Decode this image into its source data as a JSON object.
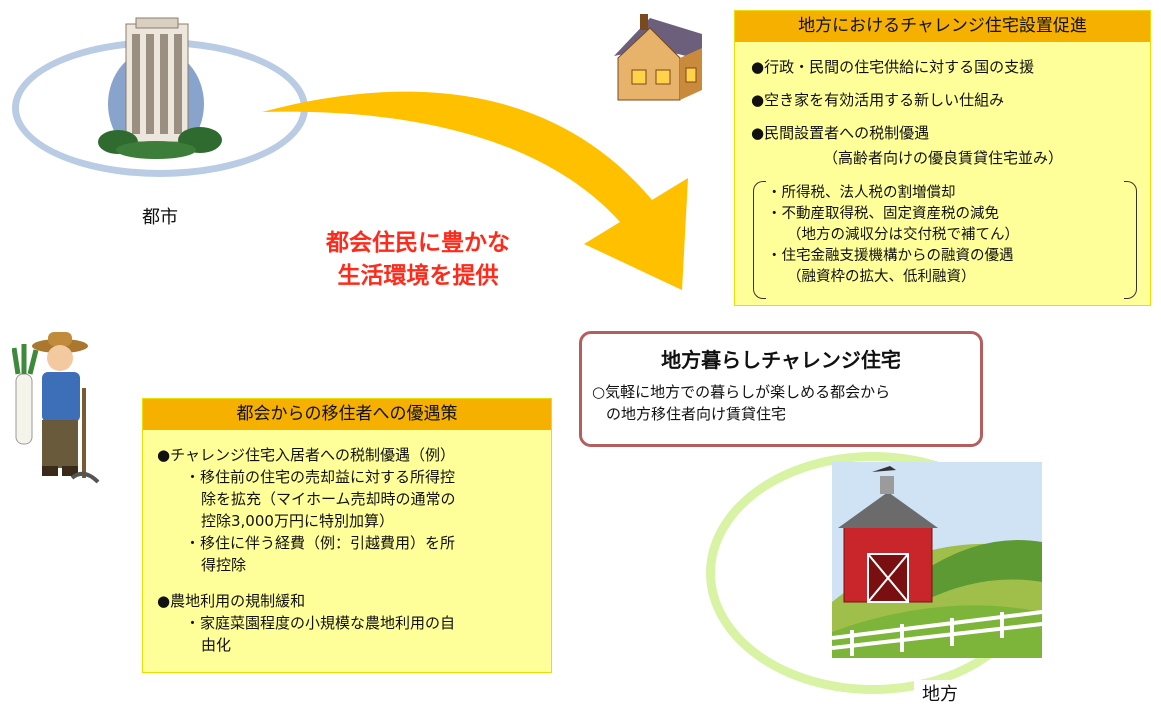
{
  "labels": {
    "city": "都市",
    "rural": "地方"
  },
  "slogan": {
    "line1": "都会住民に豊かな",
    "line2": "生活環境を提供"
  },
  "right_box": {
    "title": "地方におけるチャレンジ住宅設置促進",
    "items": [
      "●行政・民間の住宅供給に対する国の支援",
      "●空き家を有効活用する新しい仕組み",
      "●民間設置者への税制優遇"
    ],
    "items_sub": "（高齢者向けの優良賃貸住宅並み）",
    "bracket_lines": [
      "・所得税、法人税の割増償却",
      "・不動産取得税、固定資産税の減免",
      "（地方の減収分は交付税で補てん）",
      "・住宅金融支援機構からの融資の優遇",
      "（融資枠の拡大、低利融資）"
    ]
  },
  "center_box": {
    "title": "地方暮らしチャレンジ住宅",
    "desc_line1": "○気軽に地方での暮らしが楽しめる都会から",
    "desc_line2": "の地方移住者向け賃貸住宅"
  },
  "left_box": {
    "title": "都会からの移住者への優遇策",
    "item1": "●チャレンジ住宅入居者への税制優遇（例）",
    "item1_sub1_a": "・移住前の住宅の売却益に対する所得控",
    "item1_sub1_b": "除を拡充（マイホーム売却時の通常の",
    "item1_sub1_c": "控除3,000万円に特別加算）",
    "item1_sub2_a": "・移住に伴う経費（例：引越費用）を所",
    "item1_sub2_b": "得控除",
    "item2": "●農地利用の規制緩和",
    "item2_sub1_a": "・家庭菜園程度の小規模な農地利用の自",
    "item2_sub1_b": "由化"
  },
  "colors": {
    "arrow": "#ffc000",
    "box_fill": "#ffff99",
    "header_fill": "#f5b000",
    "slogan_text": "#ff2a1a",
    "center_border": "#b45e5e",
    "city_ellipse": "#b9cce4",
    "rural_ellipse": "#d8f3a4"
  },
  "icons": [
    "tower-building-icon",
    "house-icon",
    "farmer-icon",
    "barn-landscape-icon"
  ]
}
